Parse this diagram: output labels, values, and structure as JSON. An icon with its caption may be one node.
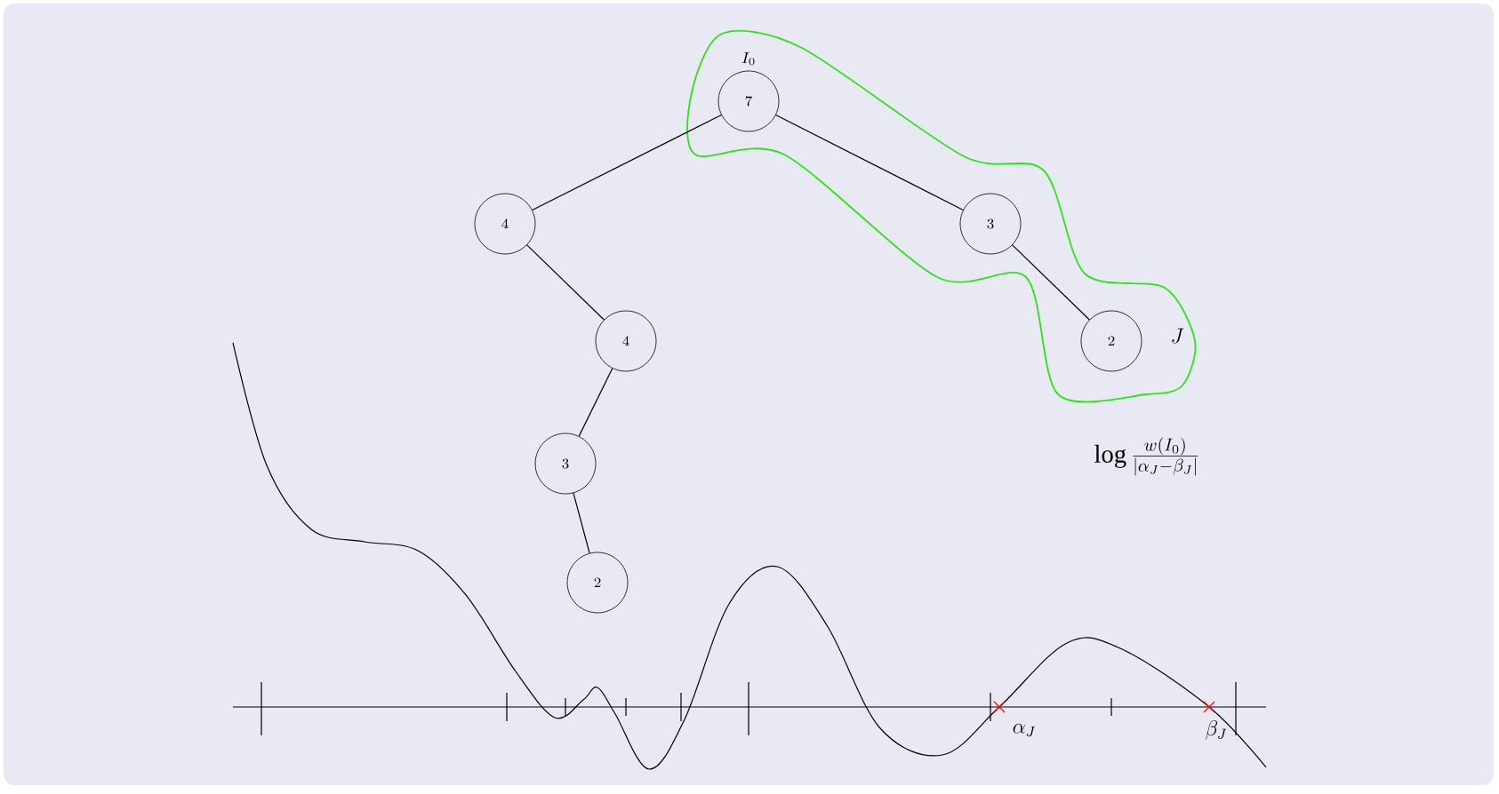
{
  "diagram": {
    "nodes": [
      {
        "text": [
          "J"
        ]
      },
      {
        "text": [
          "7"
        ],
        "in": 0,
        "beside": [
          "I_0"
        ]
      },
      {
        "text": [
          "4"
        ]
      },
      {
        "text": [
          "3"
        ],
        "in": 0
      },
      {
        "text": [
          "4"
        ]
      },
      {
        "text": [
          "2"
        ],
        "in": 0
      },
      {
        "text": [
          "3"
        ]
      },
      {
        "text": [
          "2"
        ]
      }
    ],
    "edges": [
      {
        "from": 1,
        "to": 2,
        "arrow": "none"
      },
      {
        "from": 1,
        "to": 3,
        "arrow": "none"
      },
      {
        "from": 2,
        "to": 4,
        "arrow": "none"
      },
      {
        "from": 3,
        "to": 5,
        "arrow": "none"
      },
      {
        "from": 4,
        "to": 6,
        "arrow": "none"
      },
      {
        "from": 6,
        "to": 7,
        "arrow": "none"
      }
    ],
    "labels": [
      "\\log \\frac{w(I_0)}{|\\alpha_J-\\beta_J|}",
      "\\alpha_J",
      "\\beta_J"
    ]
  }
}
